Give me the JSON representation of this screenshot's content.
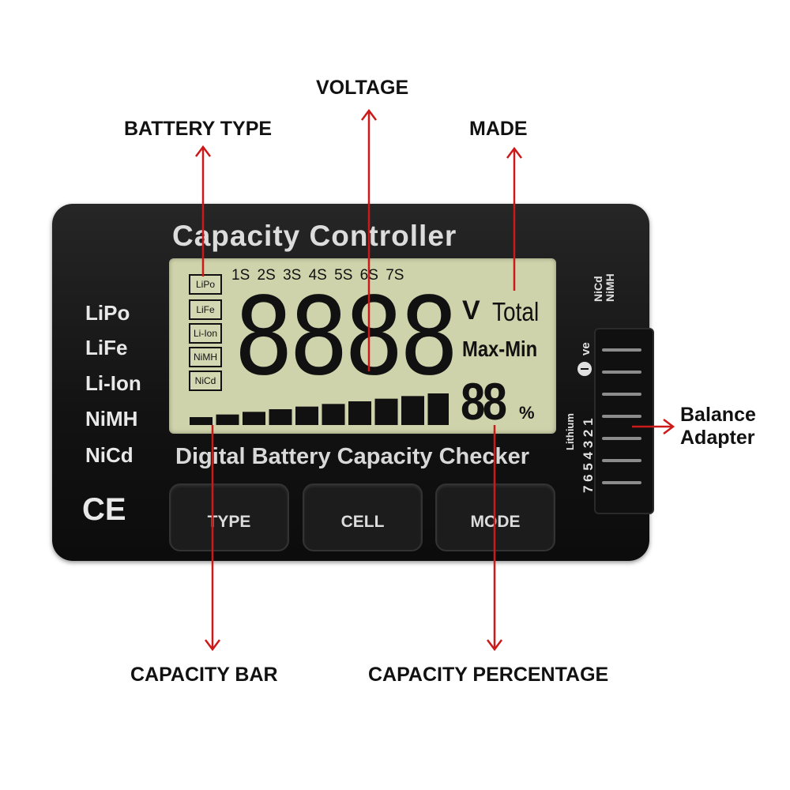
{
  "callouts": {
    "voltage": "VOLTAGE",
    "battery_type": "BATTERY TYPE",
    "made": "MADE",
    "balance_adapter_line1": "Balance",
    "balance_adapter_line2": "Adapter",
    "capacity_bar": "CAPACITY BAR",
    "capacity_percentage": "CAPACITY PERCENTAGE"
  },
  "device": {
    "title": "Capacity Controller",
    "subtitle": "Digital Battery Capacity Checker",
    "side_labels": [
      "LiPo",
      "LiFe",
      "Li-Ion",
      "NiMH",
      "NiCd"
    ],
    "ce_mark": "CE",
    "buttons": [
      "TYPE",
      "CELL",
      "MODE"
    ],
    "right_top_label_1": "NiCd",
    "right_top_label_2": "NiMH",
    "pin_numbers": "7 6 5 4 3 2 1",
    "ve_label": "ve",
    "lithium_label": "Lithium"
  },
  "lcd": {
    "cells": [
      "1S",
      "2S",
      "3S",
      "4S",
      "5S",
      "6S",
      "7S"
    ],
    "types": [
      "LiPo",
      "LiFe",
      "Li-Ion",
      "NiMH",
      "NiCd"
    ],
    "voltage_digits": "8888",
    "unit_v": "V",
    "total": "Total",
    "max_min": "Max-Min",
    "percent_value": "88",
    "percent_sign": "%",
    "capacity_bar_segments": 10
  },
  "colors": {
    "arrow": "#cc1a1a",
    "lcd_bg": "#cfd3ab",
    "device_body": "#161616"
  }
}
